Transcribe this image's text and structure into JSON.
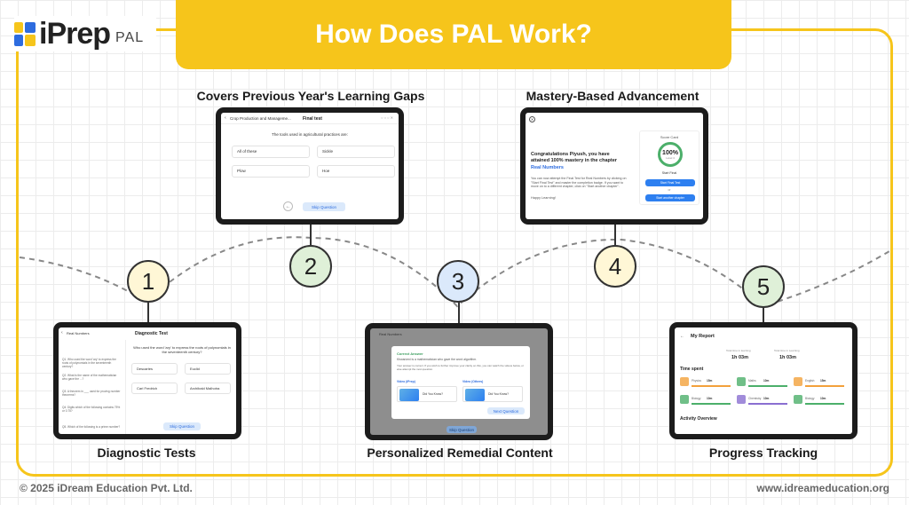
{
  "brand": {
    "logo": "iPrep",
    "sub": "PAL"
  },
  "title": "How Does PAL Work?",
  "steps": [
    {
      "num": "1",
      "label": "Diagnostic Tests"
    },
    {
      "num": "2",
      "label": "Covers Previous Year's Learning Gaps"
    },
    {
      "num": "3",
      "label": "Personalized Remedial Content"
    },
    {
      "num": "4",
      "label": "Mastery-Based Advancement"
    },
    {
      "num": "5",
      "label": "Progress Tracking"
    }
  ],
  "screens": {
    "s1": {
      "header": "Real Numbers",
      "title": "Diagnostic Test",
      "question": "Who used the word 'ary' to express the roots of polynomials in the seventeenth century?",
      "options": [
        "Descartes",
        "Euclid",
        "Carl Fredrich",
        "Archibald Malhotra"
      ],
      "list": [
        "Q1. Who used the word 'ary' to express the roots of polynomials in the seventeenth century?",
        "Q2. What is the name of the mathematician who gave the ...?",
        "Q3. A theorem in ___ used for proving number theorems?",
        "Q4. Digits which of the following contains 75% or 0.75?",
        "Q5. Which of the following is a prime number?"
      ],
      "skip": "Skip Question"
    },
    "s2": {
      "header": "Crop Production and Manageme...",
      "title": "Final test",
      "question": "The tools used in agricultural practices are:",
      "options": [
        "All of these",
        "Sickle",
        "Plow",
        "Hoe"
      ],
      "skip": "Skip Question"
    },
    "s3": {
      "header": "Real Numbers",
      "heading": "Correct Answer",
      "line": "Khwarizmi is a mathematician who gave the word algorithm.",
      "note": "Your answer is correct. If you wish to further improve your clarity on this, you can watch the videos below, or else attempt the next question.",
      "video1": "Video (iPrep)",
      "video2": "Video (Others)",
      "card1": "Did You Know?",
      "card2": "Did You Know?",
      "next": "Next Question",
      "bottom": "Skip Question"
    },
    "s4": {
      "congrats": "Congratulations Piyush, you have attained 100% mastery in the chapter",
      "chapter": "Real Numbers",
      "body": "You can now attempt the Final Test for Real Numbers by clicking on \"Start Final Test\" and master the completion badge. If you want to move on to a different chapter, click on \"Start another chapter\".",
      "happy": "Happy Learning!",
      "score_title": "Score Card",
      "score": "100%",
      "level": "Level 4",
      "start_final": "Start Final Test",
      "or": "or",
      "another": "Start another chapter",
      "dash": "Start Final"
    },
    "s5": {
      "title": "My Report",
      "stat1_label": "Total time in learning",
      "stat1": "1h 03m",
      "stat2_label": "Total time in Learning",
      "stat2": "1h 03m",
      "time_spent": "Time spent",
      "subjects": [
        {
          "name": "Physics",
          "time": "15m",
          "color": "#f3a13b"
        },
        {
          "name": "Maths",
          "time": "10m",
          "color": "#4caf6a"
        },
        {
          "name": "English",
          "time": "15m",
          "color": "#f3a13b"
        },
        {
          "name": "Biology",
          "time": "10m",
          "color": "#4caf6a"
        },
        {
          "name": "Chemistry",
          "time": "10m",
          "color": "#8a6fd1"
        },
        {
          "name": "Biology",
          "time": "10m",
          "color": "#4caf6a"
        }
      ],
      "activity": "Activity Overview"
    }
  },
  "footer": {
    "copyright": "© 2025 iDream Education Pvt. Ltd.",
    "url": "www.idreameducation.org"
  },
  "colors": {
    "accent": "#f6c51b",
    "circle1": "#fff7d6",
    "circle2": "#dff0d8",
    "circle3": "#dbe9fb",
    "circle4": "#fff7d6",
    "circle5": "#dff0d8"
  }
}
